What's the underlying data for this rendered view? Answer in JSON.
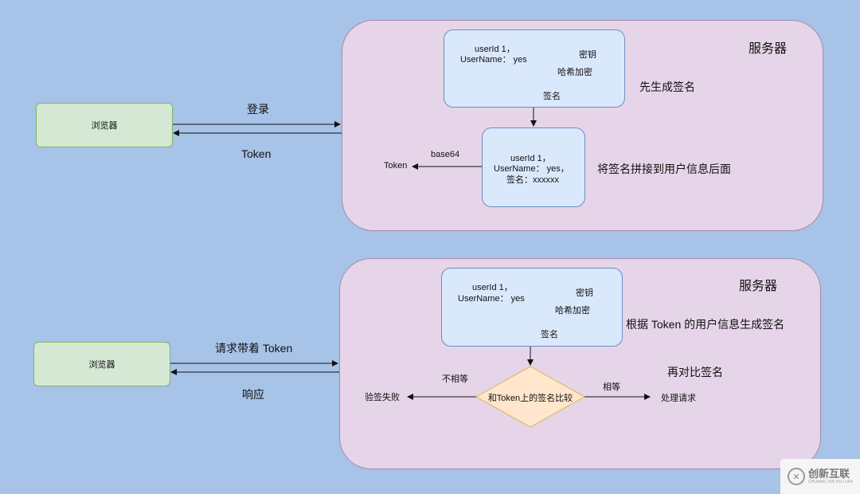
{
  "top": {
    "server_label": "服务器",
    "browser_label": "浏览器",
    "login_label": "登录",
    "token_label": "Token",
    "sign_box": {
      "line1": "userId 1，",
      "line2": "UserName： yes",
      "secret_label": "密钥",
      "hash_label": "哈希加密",
      "signature_label": "签名"
    },
    "step1_note": "先生成签名",
    "concat_box": {
      "line1": "userId 1，",
      "line2": "UserName： yes，",
      "line3": "签名：xxxxxx"
    },
    "step2_note": "将签名拼接到用户信息后面",
    "base64_label": "base64",
    "token_out_label": "Token"
  },
  "bottom": {
    "server_label": "服务器",
    "browser_label": "浏览器",
    "request_label": "请求带着 Token",
    "response_label": "响应",
    "sign_box": {
      "line1": "userId 1，",
      "line2": "UserName： yes",
      "secret_label": "密钥",
      "hash_label": "哈希加密",
      "signature_label": "签名"
    },
    "regen_note": "根据 Token 的用户信息生成签名",
    "compare_note": "再对比签名",
    "diamond_label": "和Token上的签名比较",
    "not_equal_label": "不相等",
    "equal_label": "相等",
    "fail_label": "验签失败",
    "handle_label": "处理请求"
  },
  "watermark": {
    "brand": "创新互联",
    "sub": "CHUANG XIN HU LIAN"
  }
}
